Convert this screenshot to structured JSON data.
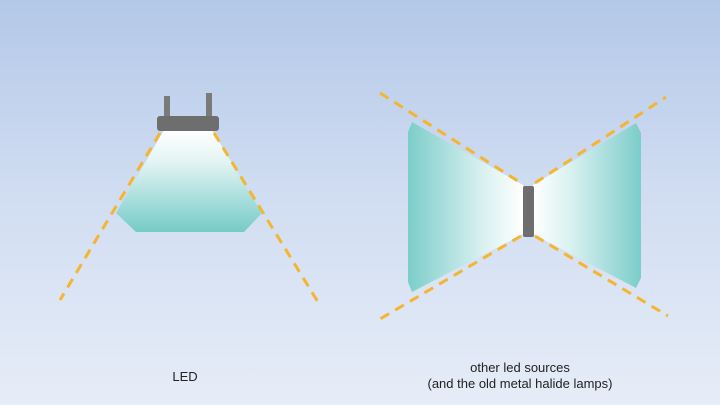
{
  "captions": {
    "left": "LED",
    "right_line1": "other led sources",
    "right_line2": "(and the old metal halide lamps)"
  },
  "colors": {
    "beam_edge": "#f4b531",
    "beam_fill": "#6cc7c4",
    "lamp_body": "#6e6e6e"
  }
}
